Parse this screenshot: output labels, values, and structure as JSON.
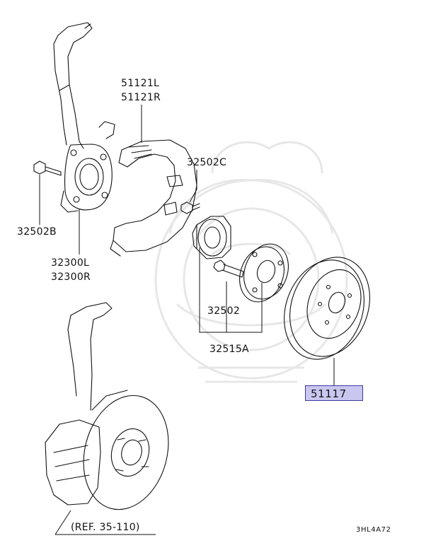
{
  "parts": {
    "p51121l": "51121L",
    "p51121r": "51121R",
    "p32502c": "32502C",
    "p32502b": "32502B",
    "p32300l": "32300L",
    "p32300r": "32300R",
    "p32502": "32502",
    "p32515a": "32515A",
    "p51117": "51117"
  },
  "reference": "(REF. 35-110)",
  "diagram_code": "3HL4A72",
  "highlight_color": "#c9c7f0"
}
